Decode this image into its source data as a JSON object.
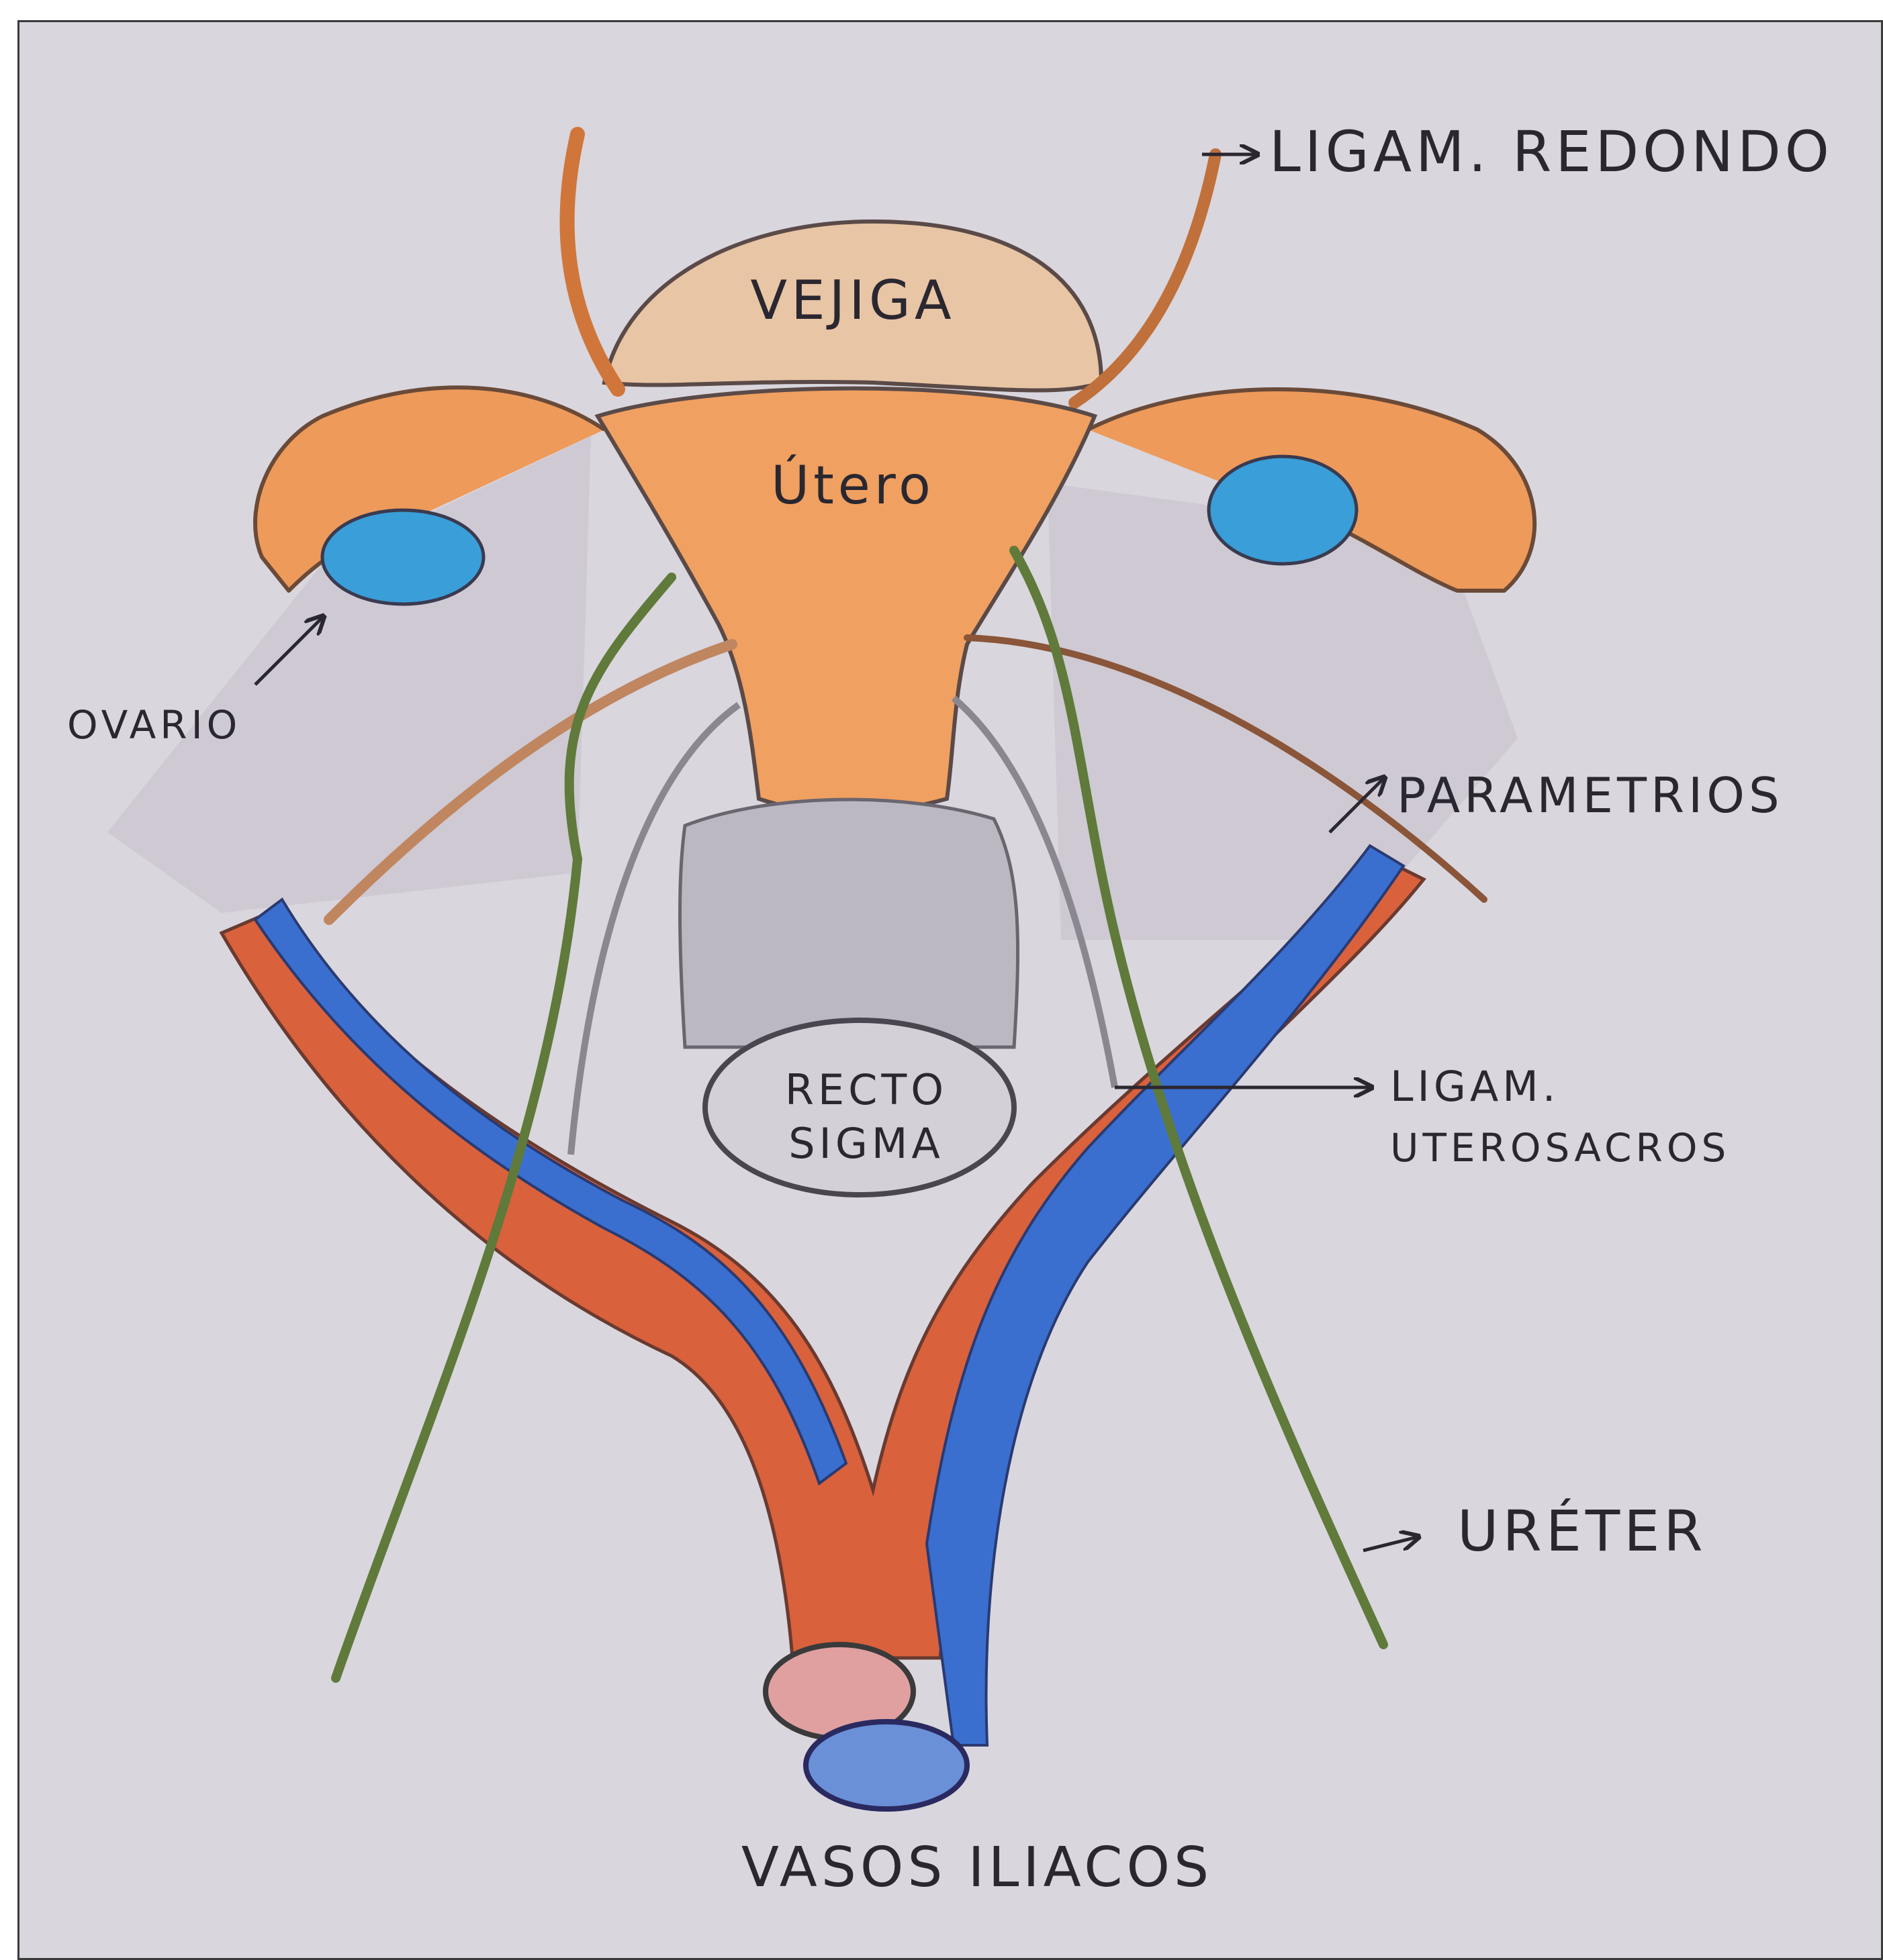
{
  "diagram": {
    "labels": {
      "round_ligament": "LIGAM. REDONDO",
      "bladder": "VEJIGA",
      "uterus": "Útero",
      "ovary": "OVARIO",
      "parametria": "PARAMETRIOS",
      "rectum_line1": "RECTO",
      "rectum_line2": "SIGMA",
      "uterosacral_line1": "LIGAM.",
      "uterosacral_line2": "UTEROSACROS",
      "ureter": "URÉTER",
      "iliac_vessels": "VASOS ILIACOS"
    },
    "colors": {
      "paper": "#d9d6de",
      "uterus_orange": "#f0a060",
      "bladder_tan": "#e8c5a5",
      "ovary_blue": "#3a9ed8",
      "artery_red": "#d9613c",
      "vein_blue": "#3a6fd0",
      "ureter_green": "#5f7a3a",
      "rectum_grey": "#bcb8c2",
      "ligament_brown": "#b8744a",
      "ink": "#2a2730"
    }
  }
}
